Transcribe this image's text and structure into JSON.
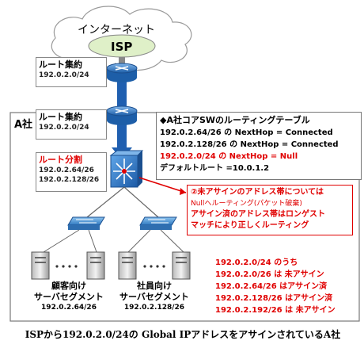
{
  "cloud": {
    "label": "インターネット",
    "isp": "ISP"
  },
  "isp_router_label": {
    "title": "ルート集約",
    "route": "192.0.2.0/24"
  },
  "company": {
    "name": "A社",
    "router_label": {
      "title": "ルート集約",
      "route": "192.0.2.0/24"
    },
    "switch_label": {
      "title": "ルート分割",
      "routes": [
        "192.0.2.64/26",
        "192.0.2.128/26"
      ]
    }
  },
  "routing_table": {
    "title": "◆A社コアSWのルーティングテーブル",
    "entries": [
      {
        "text": "192.0.2.64/26 の NextHop = Connected",
        "highlight": false
      },
      {
        "text": "192.0.2.128/26 の NextHop = Connected",
        "highlight": false
      },
      {
        "text": "192.0.2.0/24 の NextHop = Null",
        "highlight": true
      },
      {
        "text": "デフォルトルート =10.0.1.2",
        "highlight": false
      }
    ]
  },
  "note": {
    "lines": [
      "②未アサインのアドレス帯については",
      "Nullへルーティング(パケット破棄)",
      "アサイン済のアドレス帯はロンゲスト",
      "マッチにより正しくルーティング"
    ]
  },
  "segments": {
    "customer": [
      "顧客向け",
      "サーバセグメント",
      "192.0.2.64/26"
    ],
    "employee": [
      "社員向け",
      "サーバセグメント",
      "192.0.2.128/26"
    ]
  },
  "assignment": {
    "lines": [
      "192.0.2.0/24 のうち",
      "192.0.2.0/26 は 未アサイン",
      "192.0.2.64/26 はアサイン済",
      "192.0.2.128/26 はアサイン済",
      "192.0.2.192/26 は 未アサイン"
    ]
  },
  "caption": "ISPから192.0.2.0/24の Global IPアドレスをアサインされているA社",
  "colors": {
    "accent_red": "#e00000",
    "arrow_blue": "#1f5fb0",
    "router_blue": "#2f6fba",
    "cloud_green": "#dff0c8"
  }
}
